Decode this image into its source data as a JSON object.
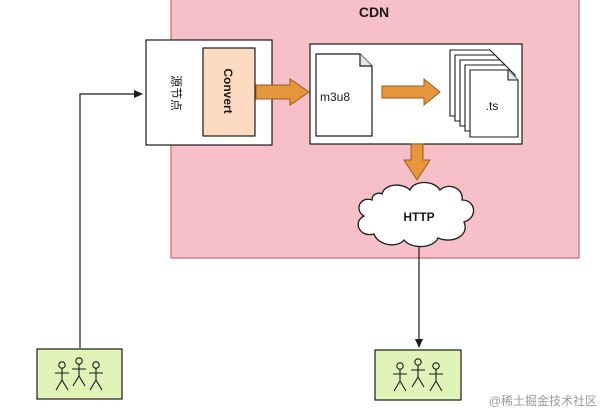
{
  "diagram": {
    "cdn_label": "CDN",
    "source_node_label": "源节点",
    "convert_label": "Convert",
    "m3u8_label": "m3u8",
    "ts_label": ".ts",
    "http_label": "HTTP"
  },
  "watermark": "@稀土掘金技术社区",
  "colors": {
    "cdn_fill": "#f7c0c8",
    "cdn_border": "#c46a78",
    "convert_fill": "#fbdcc2",
    "arrow_orange": "#e8963c",
    "viewer_fill": "#dff5b8",
    "line": "#1a1a1a"
  },
  "icons": {
    "viewer_group": "people-group-icon",
    "cloud": "cloud-icon",
    "document": "document-icon"
  }
}
